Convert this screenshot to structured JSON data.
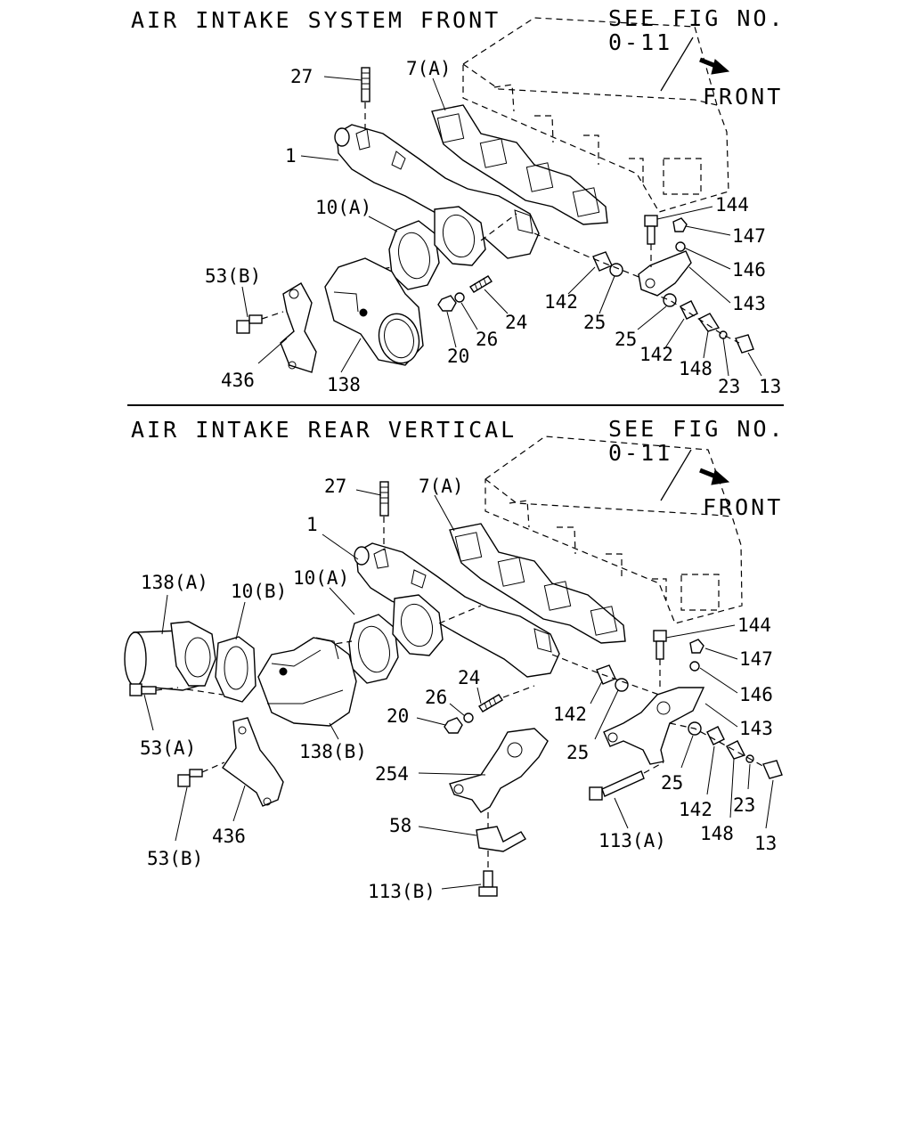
{
  "colors": {
    "ink": "#000000",
    "paper": "#ffffff"
  },
  "top": {
    "title": "AIR INTAKE SYSTEM FRONT",
    "see_fig_line1": "SEE FIG NO.",
    "see_fig_line2": "0-11",
    "front": "FRONT",
    "labels": {
      "p27": "27",
      "p7a": "7(A)",
      "p1": "1",
      "p10a": "10(A)",
      "p53b": "53(B)",
      "p436": "436",
      "p138": "138",
      "p20": "20",
      "p26": "26",
      "p24": "24",
      "p142a": "142",
      "p25a": "25",
      "p25b": "25",
      "p142b": "142",
      "p148": "148",
      "p23": "23",
      "p13": "13",
      "p144": "144",
      "p147": "147",
      "p146": "146",
      "p143": "143"
    }
  },
  "bottom": {
    "title": "AIR INTAKE REAR VERTICAL",
    "see_fig_line1": "SEE FIG NO.",
    "see_fig_line2": "0-11",
    "front": "FRONT",
    "labels": {
      "p27": "27",
      "p7a": "7(A)",
      "p1": "1",
      "p138a": "138(A)",
      "p10b": "10(B)",
      "p10a": "10(A)",
      "p24": "24",
      "p26": "26",
      "p20": "20",
      "p142a": "142",
      "p25a": "25",
      "p53a": "53(A)",
      "p138b": "138(B)",
      "p53b": "53(B)",
      "p436": "436",
      "p254": "254",
      "p58": "58",
      "p113b": "113(B)",
      "p113a": "113(A)",
      "p144": "144",
      "p147": "147",
      "p146": "146",
      "p143": "143",
      "p25b": "25",
      "p142b": "142",
      "p148": "148",
      "p23": "23",
      "p13": "13"
    }
  }
}
